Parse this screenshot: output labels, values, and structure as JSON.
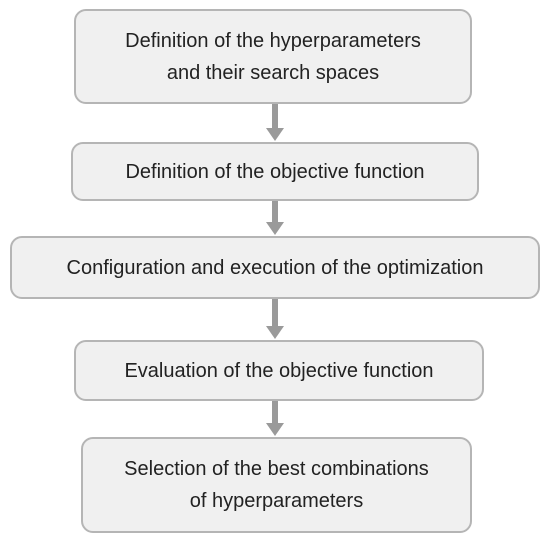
{
  "diagram": {
    "steps": [
      {
        "label": "Definition of the hyperparameters\nand their search spaces"
      },
      {
        "label": "Definition of the objective function"
      },
      {
        "label": "Configuration and execution of the optimization"
      },
      {
        "label": "Evaluation of the objective function"
      },
      {
        "label": "Selection of the best combinations\nof hyperparameters"
      }
    ],
    "colors": {
      "box_fill": "#f0f0f0",
      "box_border": "#b5b5b5",
      "arrow": "#9a9a9a",
      "text": "#222222"
    }
  }
}
